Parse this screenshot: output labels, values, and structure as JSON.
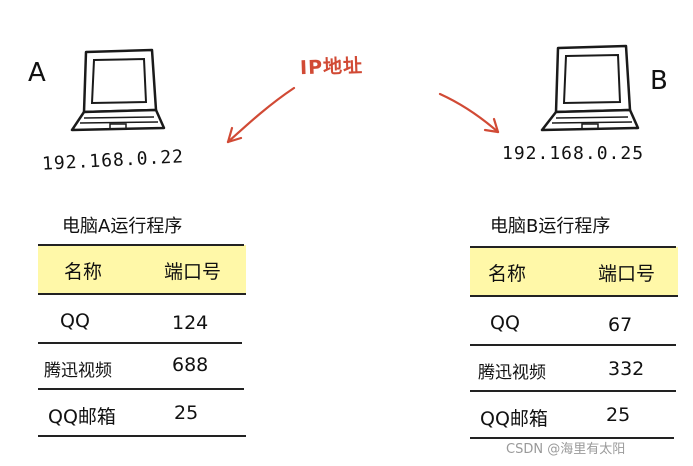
{
  "center_label": "IP地址",
  "watermark": "CSDN @海里有太阳",
  "hosts": [
    {
      "letter": "A",
      "ip": "192.168.0.22",
      "table_title": "电脑A运行程序",
      "columns": [
        "名称",
        "端口号"
      ],
      "rows": [
        {
          "name": "QQ",
          "port": "124"
        },
        {
          "name": "腾迅视频",
          "port": "688"
        },
        {
          "name": "QQ邮箱",
          "port": "25"
        }
      ]
    },
    {
      "letter": "B",
      "ip": "192.168.0.25",
      "table_title": "电脑B运行程序",
      "columns": [
        "名称",
        "端口号"
      ],
      "rows": [
        {
          "name": "QQ",
          "port": "67"
        },
        {
          "name": "腾迅视频",
          "port": "332"
        },
        {
          "name": "QQ邮箱",
          "port": "25"
        }
      ]
    }
  ],
  "colors": {
    "arrow": "#d14a35",
    "header_highlight": "#fff8a8"
  }
}
